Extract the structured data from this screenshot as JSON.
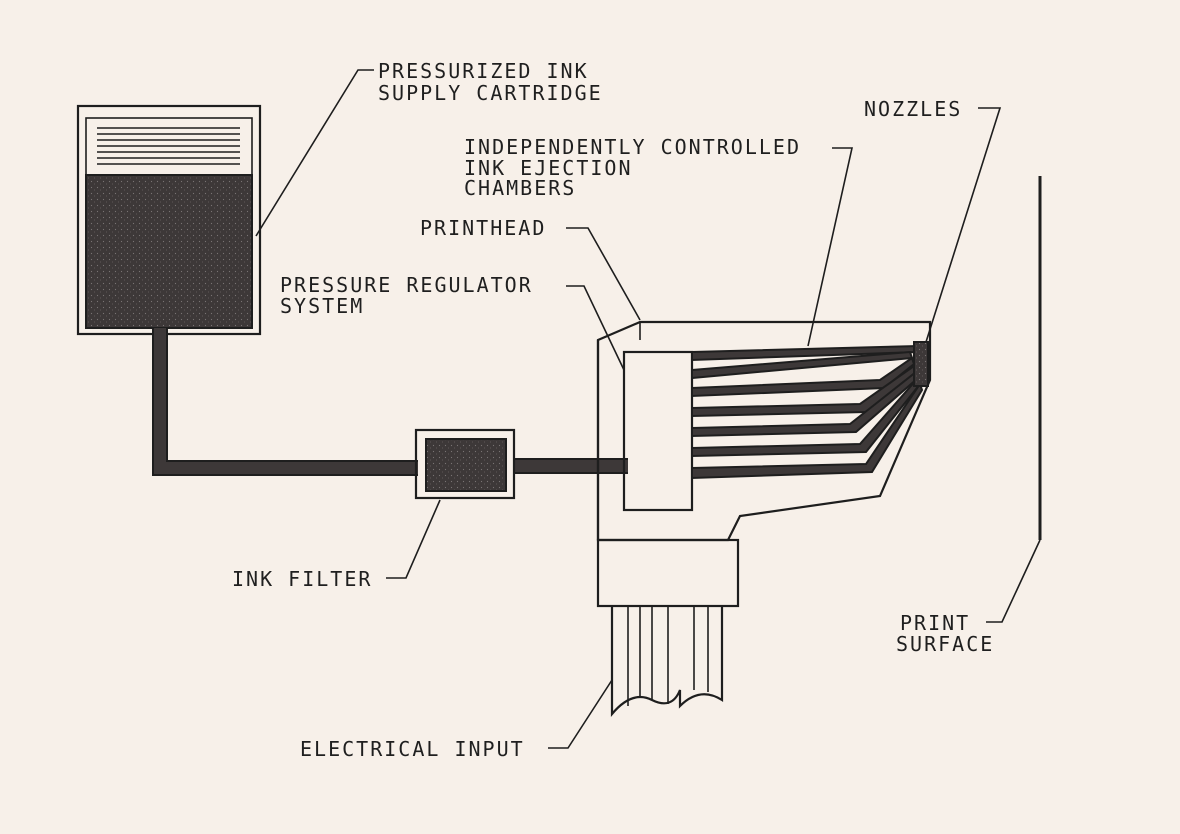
{
  "labels": {
    "cartridge_line1": "PRESSURIZED INK",
    "cartridge_line2": "SUPPLY CARTRIDGE",
    "nozzles": "NOZZLES",
    "chambers_line1": "INDEPENDENTLY CONTROLLED",
    "chambers_line2": "INK EJECTION",
    "chambers_line3": "CHAMBERS",
    "printhead": "PRINTHEAD",
    "regulator_line1": "PRESSURE REGULATOR",
    "regulator_line2": "SYSTEM",
    "ink_filter": "INK FILTER",
    "print_surface_line1": "PRINT",
    "print_surface_line2": "SURFACE",
    "electrical_input": "ELECTRICAL INPUT"
  },
  "colors": {
    "paper": "#f7f0e9",
    "ink": "#3d3838",
    "line": "#1e1e1e"
  }
}
